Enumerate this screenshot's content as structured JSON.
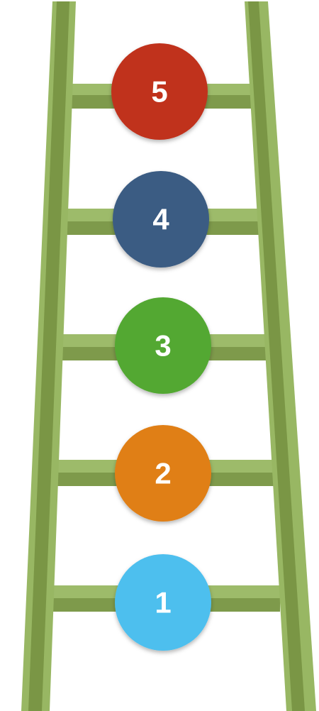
{
  "colors": {
    "rail_light": "#98b763",
    "rail_dark": "#7a9645",
    "rung_light": "#9dbb6a",
    "rung_dark": "#7e9a4b"
  },
  "steps": [
    {
      "number": "5",
      "color": "#c0311d"
    },
    {
      "number": "4",
      "color": "#3b5b83"
    },
    {
      "number": "3",
      "color": "#52a832"
    },
    {
      "number": "2",
      "color": "#e07f14"
    },
    {
      "number": "1",
      "color": "#4ebfee"
    }
  ]
}
